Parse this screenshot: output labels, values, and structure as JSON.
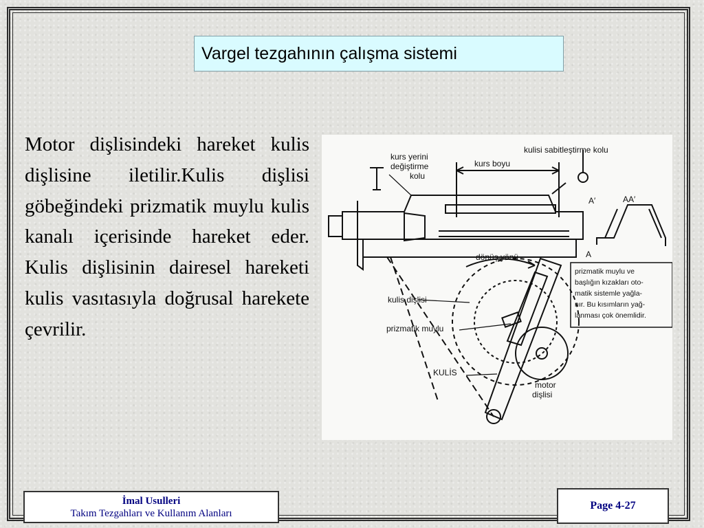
{
  "slide": {
    "title": "Vargel tezgahının çalışma sistemi",
    "body": "Motor dişlisindeki hareket kulis dişlisine iletilir.Kulis dişlisi göbeğindeki prizmatik muylu kulis kanalı içerisinde hareket eder. Kulis dişlisinin dairesel hareketi kulis vasıtasıyla doğrusal harekete çevrilir."
  },
  "diagram": {
    "labels": {
      "kurs_yerini": "kurs yerini",
      "degistirme": "değiştirme",
      "kolu1": "kolu",
      "kulisi_sabitlestirme": "kulisi sabitleştirme kolu",
      "kurs_boyu": "kurs boyu",
      "a_prime": "A′",
      "aa_prime": "AA′",
      "a": "A",
      "donus_yonu": "dönüş yönü",
      "kulis_dislisi": "kulis dişlisi",
      "prizmatik_muylu": "prizmatik muylu",
      "kulis": "KULİS",
      "motor": "motor",
      "dislisi": "dişlisi",
      "note": [
        "prizmatik muylu ve",
        "başlığın kızakları oto-",
        "matik sistemle yağla-",
        "nır. Bu kısımların yağ-",
        "lanması çok önemlidir."
      ]
    }
  },
  "footer": {
    "course": "İmal Usulleri",
    "subtitle": "Takım Tezgahları ve Kullanım Alanları",
    "page": "Page 4-27"
  }
}
